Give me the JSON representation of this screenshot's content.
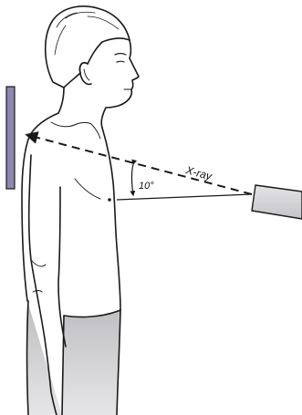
{
  "diagram": {
    "beam_label": "X-ray",
    "angle_label": "10°",
    "colors": {
      "ink": "#1a1a1a",
      "film_plate": "#8e88b0",
      "xray_tube": "#d3d3d6",
      "shorts_shade": "#c9c9cc",
      "skin_shade": "#f3f3f5"
    },
    "icons": [
      "film-plate-icon",
      "xray-tube-icon",
      "patient-figure"
    ]
  }
}
